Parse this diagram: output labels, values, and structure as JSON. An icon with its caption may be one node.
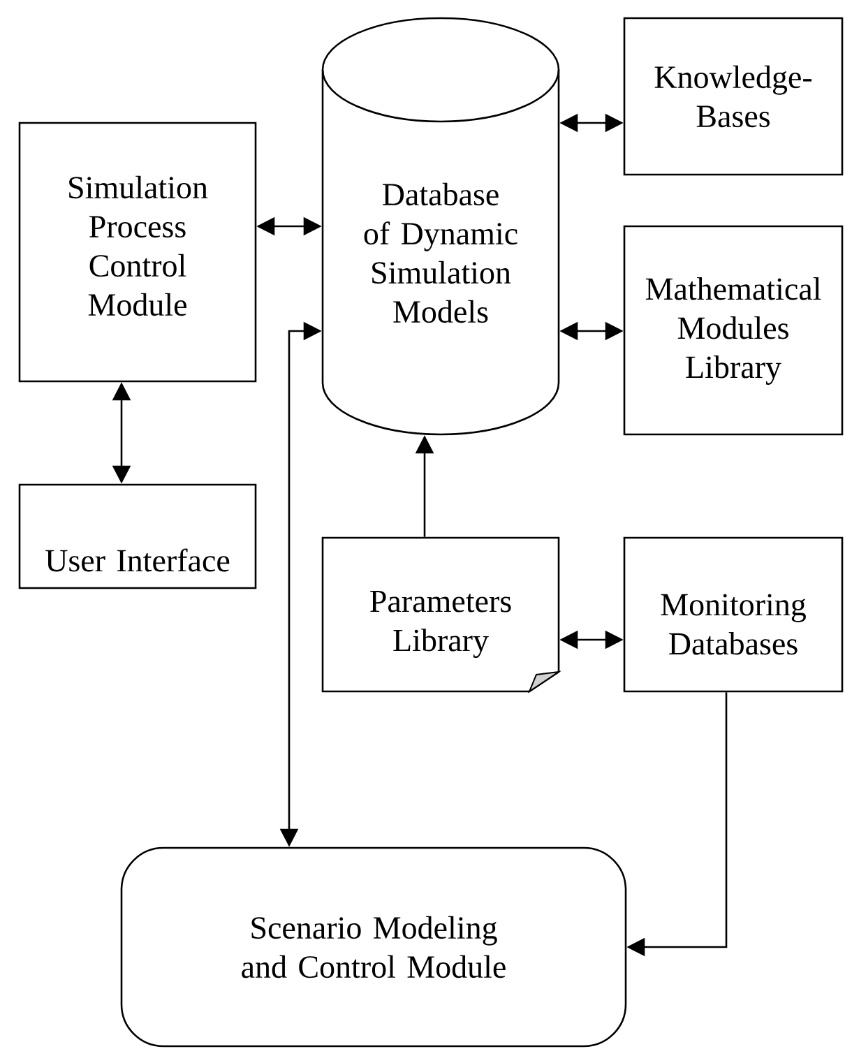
{
  "diagram": {
    "nodes": [
      {
        "text": [
          "Knowledge-Bases"
        ]
      },
      {
        "text": [
          "Database of Dynamic Simulation Models"
        ]
      },
      {
        "text": [
          "Simulation Process Control Module"
        ]
      },
      {
        "text": [
          "Mathematical Modules Library"
        ]
      },
      {
        "text": [
          "User Interface"
        ]
      },
      {
        "text": [
          "Parameters Library"
        ]
      },
      {
        "text": [
          "Monitoring Databases"
        ]
      },
      {
        "text": [
          "Scenario Modeling and Control Module"
        ]
      }
    ],
    "edges": [
      {
        "from": 1,
        "to": 0,
        "arrow": "both"
      },
      {
        "from": 2,
        "to": 1,
        "arrow": "both"
      },
      {
        "from": 1,
        "to": 3,
        "arrow": "both"
      },
      {
        "from": 2,
        "to": 4,
        "arrow": "both"
      },
      {
        "from": 5,
        "to": 1,
        "arrow": "to"
      },
      {
        "from": 1,
        "to": 7,
        "arrow": "both"
      },
      {
        "from": 5,
        "to": 6,
        "arrow": "both"
      },
      {
        "from": 6,
        "to": 7,
        "arrow": "to"
      }
    ]
  }
}
